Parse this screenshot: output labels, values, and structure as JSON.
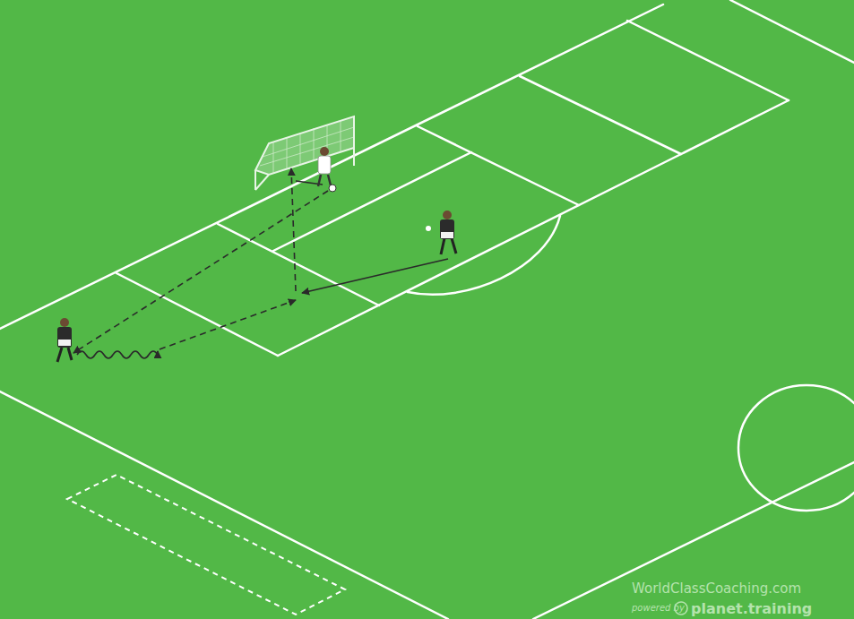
{
  "diagram": {
    "labels": [
      "WorldClassCoaching.com",
      "powered by",
      "planet.training"
    ]
  }
}
